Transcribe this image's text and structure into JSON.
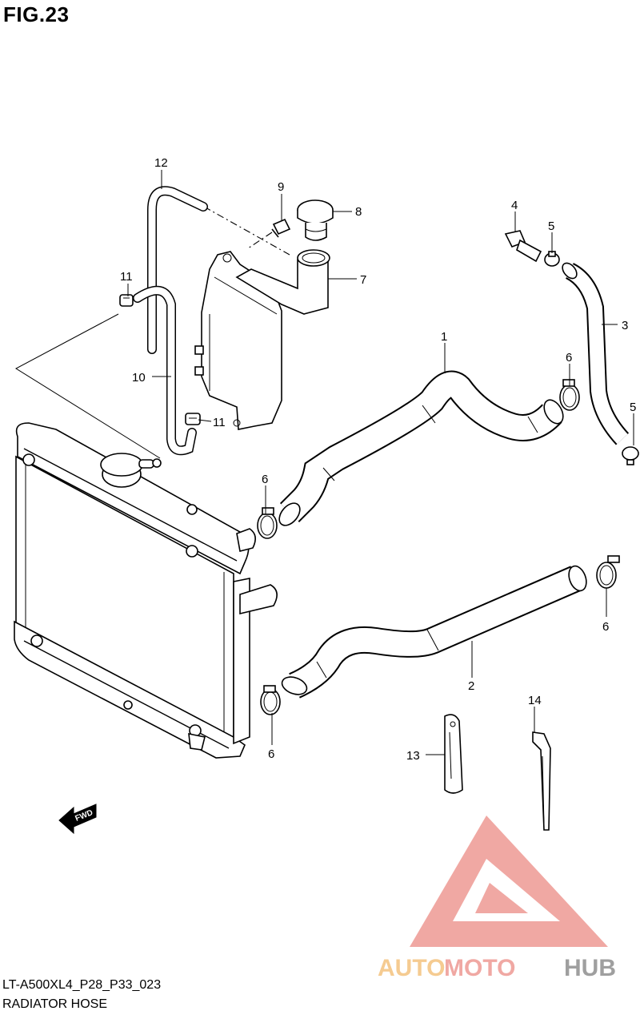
{
  "figure": {
    "title": "FIG.23",
    "code": "LT-A500XL4_P28_P33_023",
    "name": "RADIATOR HOSE"
  },
  "direction_marker": "FWD",
  "callouts": [
    {
      "id": "c1",
      "label": "1"
    },
    {
      "id": "c2",
      "label": "2"
    },
    {
      "id": "c3",
      "label": "3"
    },
    {
      "id": "c4",
      "label": "4"
    },
    {
      "id": "c5a",
      "label": "5"
    },
    {
      "id": "c5b",
      "label": "5"
    },
    {
      "id": "c6a",
      "label": "6"
    },
    {
      "id": "c6b",
      "label": "6"
    },
    {
      "id": "c6c",
      "label": "6"
    },
    {
      "id": "c6d",
      "label": "6"
    },
    {
      "id": "c7",
      "label": "7"
    },
    {
      "id": "c8",
      "label": "8"
    },
    {
      "id": "c9",
      "label": "9"
    },
    {
      "id": "c10",
      "label": "10"
    },
    {
      "id": "c11a",
      "label": "11"
    },
    {
      "id": "c11b",
      "label": "11"
    },
    {
      "id": "c12",
      "label": "12"
    },
    {
      "id": "c13",
      "label": "13"
    },
    {
      "id": "c14",
      "label": "14"
    }
  ],
  "watermark": {
    "text_part1": "AUTO",
    "text_part2": "MOTO",
    "text_part3": "HUB",
    "colors": {
      "red": "#ee9a94",
      "orange": "#f4c27e",
      "gray": "#8f8f8f"
    }
  }
}
